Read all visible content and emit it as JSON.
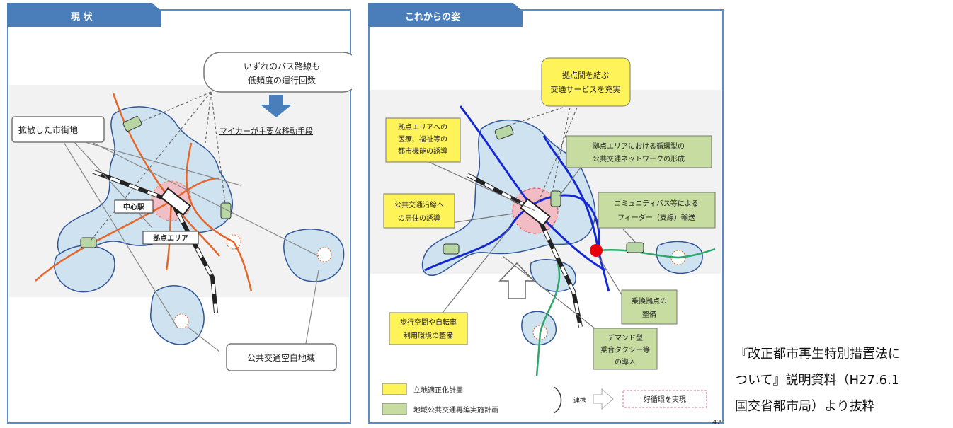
{
  "left": {
    "header": "現 状",
    "bubble": [
      "いずれのバス路線も",
      "低頻度の運行回数"
    ],
    "mycar": "マイカーが主要な移動手段",
    "sprawl": "拡散した市街地",
    "center_station": "中心駅",
    "hub_area": "拠点エリア",
    "blank_area": "公共交通空白地域"
  },
  "right": {
    "header": "これからの姿",
    "connect_service": [
      "拠点間を結ぶ",
      "交通サービスを充実"
    ],
    "attract_facilities": [
      "拠点エリアへの",
      "医療、福祉等の",
      "都市機能の誘導"
    ],
    "circular_network": [
      "拠点エリアにおける循環型の",
      "公共交通ネットワークの形成"
    ],
    "residence": [
      "公共交通沿線へ",
      "の居住の誘導"
    ],
    "feeder": [
      "コミュニティバス等による",
      "フィーダー（支線）輸送"
    ],
    "walking": [
      "歩行空間や自転車",
      "利用環境の整備"
    ],
    "transfer": [
      "乗換拠点の",
      "整備"
    ],
    "demand_taxi": [
      "デマンド型",
      "乗合タクシー等",
      "の導入"
    ],
    "legend_plan1": "立地適正化計画",
    "legend_plan2": "地域公共交通再編実施計画",
    "cooperation": "連携",
    "virtuous_cycle": "好循環を実現",
    "page_number": "42"
  },
  "caption": [
    "『改正都市再生特別措置法に",
    "ついて』説明資料（H27.6.1",
    "国交省都市局）より抜粋"
  ],
  "colors": {
    "header_bg": "#4a7ebb",
    "frame": "#5b8cc8",
    "area_fill": "#cfe2f0",
    "area_stroke": "#2f5597",
    "orange_route": "#e5662a",
    "blue_route": "#1428d2",
    "green_route": "#2fa66a",
    "yellow_box": "#fff35a",
    "green_box": "#c6dca0",
    "transfer_dot": "#e8000b",
    "pink_area": "#f7b6bd"
  }
}
